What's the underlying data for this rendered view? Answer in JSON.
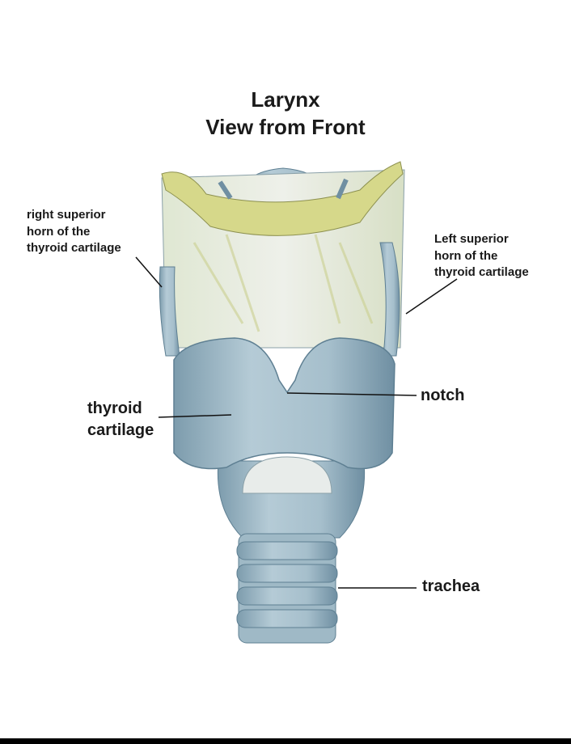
{
  "title": {
    "line1": "Larynx",
    "line2": "View from Front"
  },
  "labels": {
    "right_superior_horn": [
      "right superior",
      "horn of the",
      "thyroid cartilage"
    ],
    "left_superior_horn": [
      "Left superior",
      "horn of the",
      "thyroid cartilage"
    ],
    "thyroid_cartilage": [
      "thyroid",
      "cartilage"
    ],
    "notch": "notch",
    "trachea": "trachea"
  },
  "colors": {
    "cartilage": "#9fb9c6",
    "epiglottis_band": "#d6d88a",
    "membrane": "#e4ead8",
    "text": "#1a1a1a"
  }
}
